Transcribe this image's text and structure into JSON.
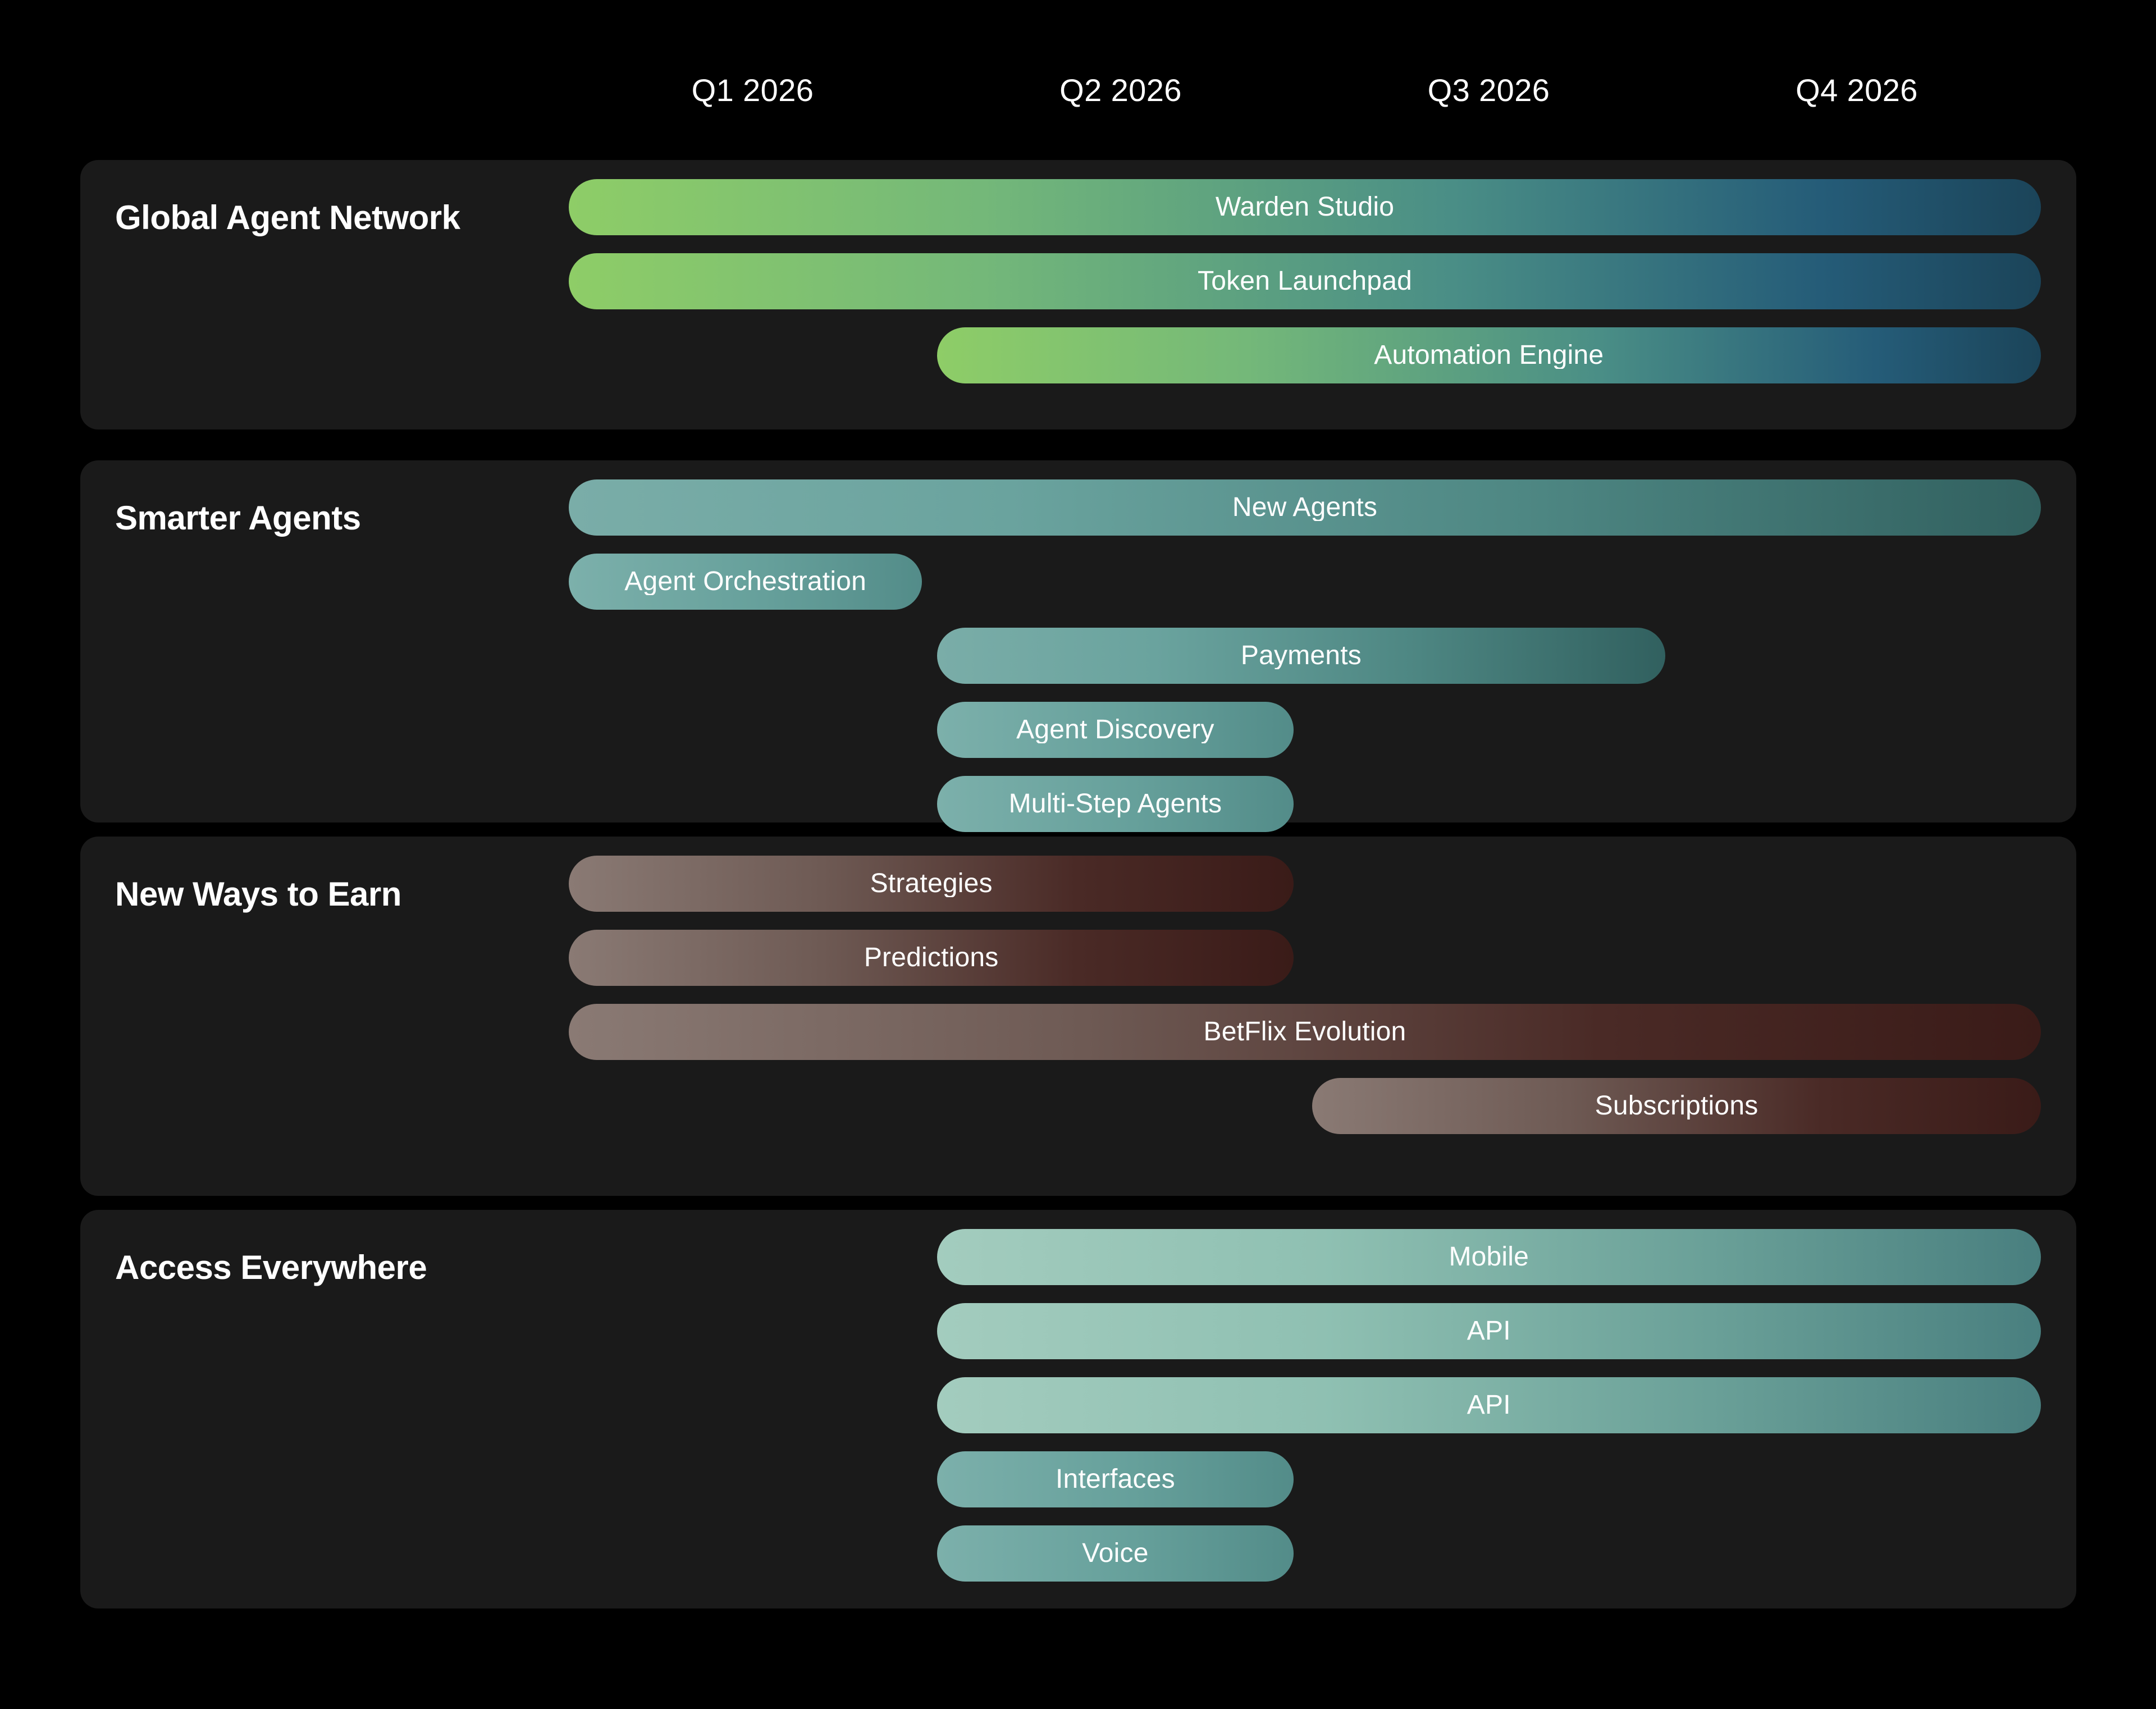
{
  "timeline": {
    "quarters": [
      "Q1 2026",
      "Q2 2026",
      "Q3 2026",
      "Q4 2026"
    ]
  },
  "theme": {
    "page_bg": "#000000",
    "card_bg": "#1a1a1a",
    "label_color": "#ffffff"
  },
  "chart_data": {
    "type": "bar",
    "title": "",
    "xlabel": "",
    "ylabel": "",
    "categories": [
      "Q1 2026",
      "Q2 2026",
      "Q3 2026",
      "Q4 2026"
    ],
    "grid": false,
    "legend": "none",
    "orientation": "horizontal",
    "note": "Gantt-style roadmap; each task spans quarters given by start_q/end_q (1-indexed quarter units, fractional allowed).",
    "series": [
      {
        "name": "Global Agent Network",
        "color_start": "#8ecd67",
        "color_end": "#1b4459",
        "tasks": [
          {
            "label": "Warden Studio",
            "start_q": 1.0,
            "end_q": 5.0
          },
          {
            "label": "Token Launchpad",
            "start_q": 1.0,
            "end_q": 5.0
          },
          {
            "label": "Automation Engine",
            "start_q": 2.0,
            "end_q": 5.0
          }
        ]
      },
      {
        "name": "Smarter Agents",
        "color_start": "#7aada8",
        "color_end": "#31605f",
        "tasks": [
          {
            "label": "New Agents",
            "start_q": 1.0,
            "end_q": 5.0
          },
          {
            "label": "Agent Orchestration",
            "start_q": 1.0,
            "end_q": 1.96
          },
          {
            "label": "Payments",
            "start_q": 2.0,
            "end_q": 3.98
          },
          {
            "label": "Agent Discovery",
            "start_q": 2.0,
            "end_q": 2.97
          },
          {
            "label": "Multi-Step Agents",
            "start_q": 2.0,
            "end_q": 2.97
          }
        ]
      },
      {
        "name": "New Ways to Earn",
        "color_start": "#8a7a74",
        "color_end": "#3a1b18",
        "tasks": [
          {
            "label": "Strategies",
            "start_q": 1.0,
            "end_q": 2.97
          },
          {
            "label": "Predictions",
            "start_q": 1.0,
            "end_q": 2.97
          },
          {
            "label": "BetFlix Evolution",
            "start_q": 1.0,
            "end_q": 5.0
          },
          {
            "label": "Subscriptions",
            "start_q": 3.02,
            "end_q": 5.0
          }
        ]
      },
      {
        "name": "Access Everywhere",
        "color_start": "#a3ccbe",
        "color_end": "#497f7f",
        "tasks": [
          {
            "label": "Mobile",
            "start_q": 2.0,
            "end_q": 5.0
          },
          {
            "label": "API",
            "start_q": 2.0,
            "end_q": 5.0
          },
          {
            "label": "API",
            "start_q": 2.0,
            "end_q": 5.0
          },
          {
            "label": "Interfaces",
            "start_q": 2.0,
            "end_q": 2.97
          },
          {
            "label": "Voice",
            "start_q": 2.0,
            "end_q": 2.97
          }
        ]
      }
    ]
  },
  "sections": [
    {
      "title": "Global Agent Network",
      "gradient": "g-green",
      "bars": [
        {
          "label": "Warden Studio",
          "start_q": 1.0,
          "end_q": 5.0
        },
        {
          "label": "Token Launchpad",
          "start_q": 1.0,
          "end_q": 5.0
        },
        {
          "label": "Automation Engine",
          "start_q": 2.0,
          "end_q": 5.0
        }
      ]
    },
    {
      "title": "Smarter Agents",
      "gradient": "g-teal",
      "bars": [
        {
          "label": "New Agents",
          "start_q": 1.0,
          "end_q": 5.0
        },
        {
          "label": "Agent Orchestration",
          "start_q": 1.0,
          "end_q": 1.96,
          "gradient": "g-teal-s"
        },
        {
          "label": "Payments",
          "start_q": 2.0,
          "end_q": 3.98
        },
        {
          "label": "Agent Discovery",
          "start_q": 2.0,
          "end_q": 2.97,
          "gradient": "g-teal-s"
        },
        {
          "label": "Multi-Step Agents",
          "start_q": 2.0,
          "end_q": 2.97,
          "gradient": "g-teal-s"
        }
      ]
    },
    {
      "title": "New Ways to Earn",
      "gradient": "g-brown",
      "bars": [
        {
          "label": "Strategies",
          "start_q": 1.0,
          "end_q": 2.97
        },
        {
          "label": "Predictions",
          "start_q": 1.0,
          "end_q": 2.97
        },
        {
          "label": "BetFlix Evolution",
          "start_q": 1.0,
          "end_q": 5.0
        },
        {
          "label": "Subscriptions",
          "start_q": 3.02,
          "end_q": 5.0
        }
      ]
    },
    {
      "title": "Access Everywhere",
      "gradient": "g-mint",
      "bars": [
        {
          "label": "Mobile",
          "start_q": 2.0,
          "end_q": 5.0
        },
        {
          "label": "API",
          "start_q": 2.0,
          "end_q": 5.0
        },
        {
          "label": "API",
          "start_q": 2.0,
          "end_q": 5.0
        },
        {
          "label": "Interfaces",
          "start_q": 2.0,
          "end_q": 2.97,
          "gradient": "g-teal-s"
        },
        {
          "label": "Voice",
          "start_q": 2.0,
          "end_q": 2.97,
          "gradient": "g-teal-s"
        }
      ]
    }
  ]
}
